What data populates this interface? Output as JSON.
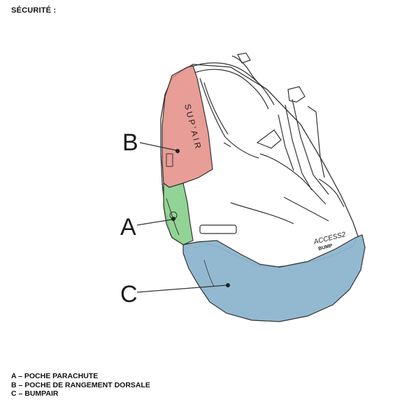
{
  "title": "SÉCURITÉ :",
  "callouts": [
    {
      "letter": "B",
      "color": "#e48c85"
    },
    {
      "letter": "A",
      "color": "#86cf89"
    },
    {
      "letter": "C",
      "color": "#8db5cf"
    }
  ],
  "brand": {
    "logo": "SUP'AIR",
    "model": "ACCESS2",
    "model_sub": "BUMP"
  },
  "legend": [
    "A – POCHE PARACHUTE",
    "B – POCHE DE RANGEMENT DORSALE",
    "C – BUMPAIR"
  ]
}
